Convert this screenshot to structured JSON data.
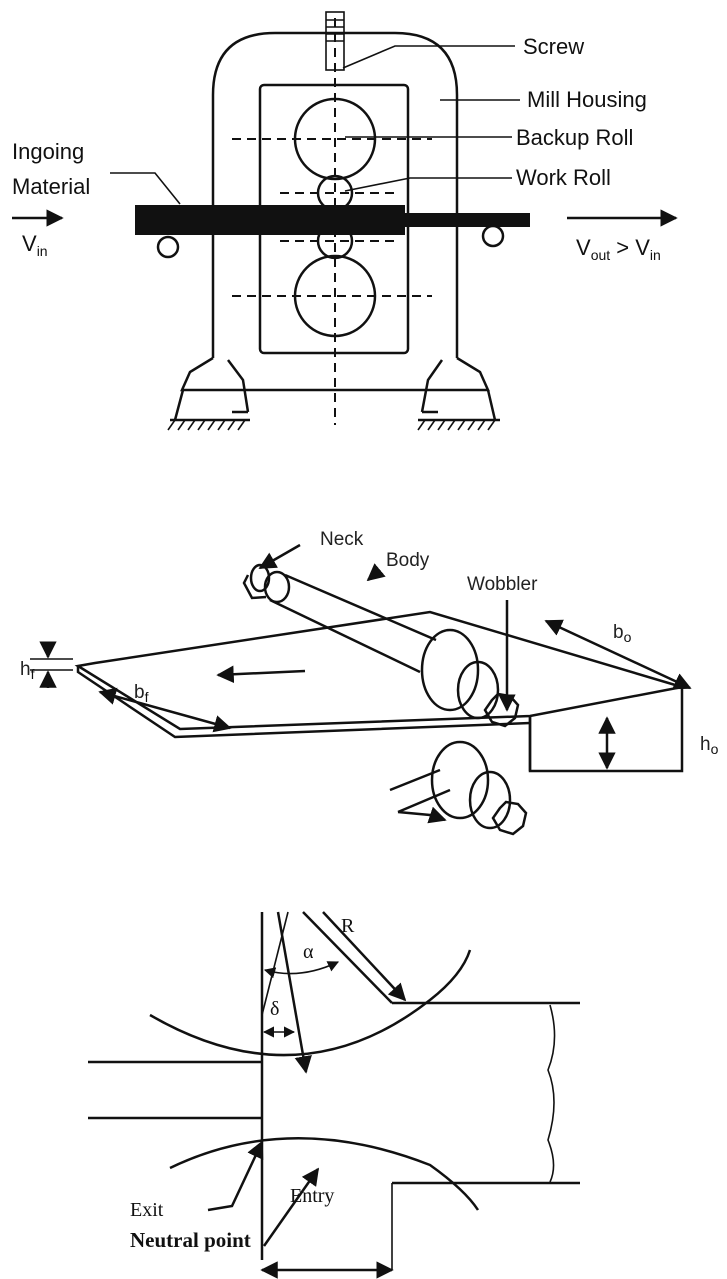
{
  "mill": {
    "screw": "Screw",
    "housing": "Mill Housing",
    "backup_roll": "Backup Roll",
    "work_roll": "Work Roll",
    "ingoing_1": "Ingoing",
    "ingoing_2": "Material",
    "v_in": "V",
    "v_in_sub": "in",
    "v_out": "V",
    "v_out_sub": "out",
    "gt": " > V",
    "v_out_in_sub": "in"
  },
  "roll": {
    "neck": "Neck",
    "body": "Body",
    "wobbler": "Wobbler",
    "h_f": "h",
    "h_f_sub": "f",
    "b_f": "b",
    "b_f_sub": "f",
    "b_o": "b",
    "b_o_sub": "o",
    "h_o": "h",
    "h_o_sub": "o"
  },
  "gap": {
    "radius": "R",
    "alpha": "α",
    "delta": "δ",
    "exit": "Exit",
    "entry": "Entry",
    "neutral": "Neutral point"
  }
}
